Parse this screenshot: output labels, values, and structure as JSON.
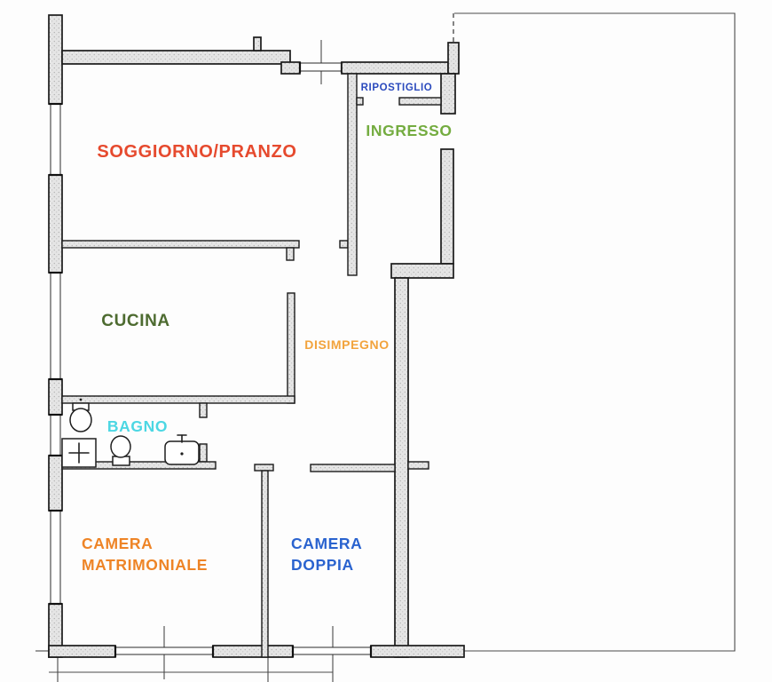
{
  "title": "Apartment floor plan (planimetria)",
  "plan_colors": {
    "wall_fill": "#e4e4e4",
    "wall_stroke": "#1b1b1b",
    "background": "#fdfdfd"
  },
  "rooms": {
    "soggiorno": {
      "label": "SOGGIORNO/PRANZO",
      "color": "#e64a2e"
    },
    "ripostiglio": {
      "label": "RIPOSTIGLIO",
      "color": "#2b4abd"
    },
    "ingresso": {
      "label": "INGRESSO",
      "color": "#74ac40"
    },
    "cucina": {
      "label": "CUCINA",
      "color": "#4d6b30"
    },
    "disimpegno": {
      "label": "DISIMPEGNO",
      "color": "#f2a33c"
    },
    "bagno": {
      "label": "BAGNO",
      "color": "#4cd7e3"
    },
    "camera_matrimoniale": {
      "line1": "CAMERA",
      "line2": "MATRIMONIALE",
      "color": "#ee8426"
    },
    "camera_doppia": {
      "line1": "CAMERA",
      "line2": "DOPPIA",
      "color": "#2a63cf"
    }
  },
  "bathroom_fixtures": [
    "bidet-icon",
    "shower-icon",
    "toilet-icon",
    "sink-icon"
  ]
}
